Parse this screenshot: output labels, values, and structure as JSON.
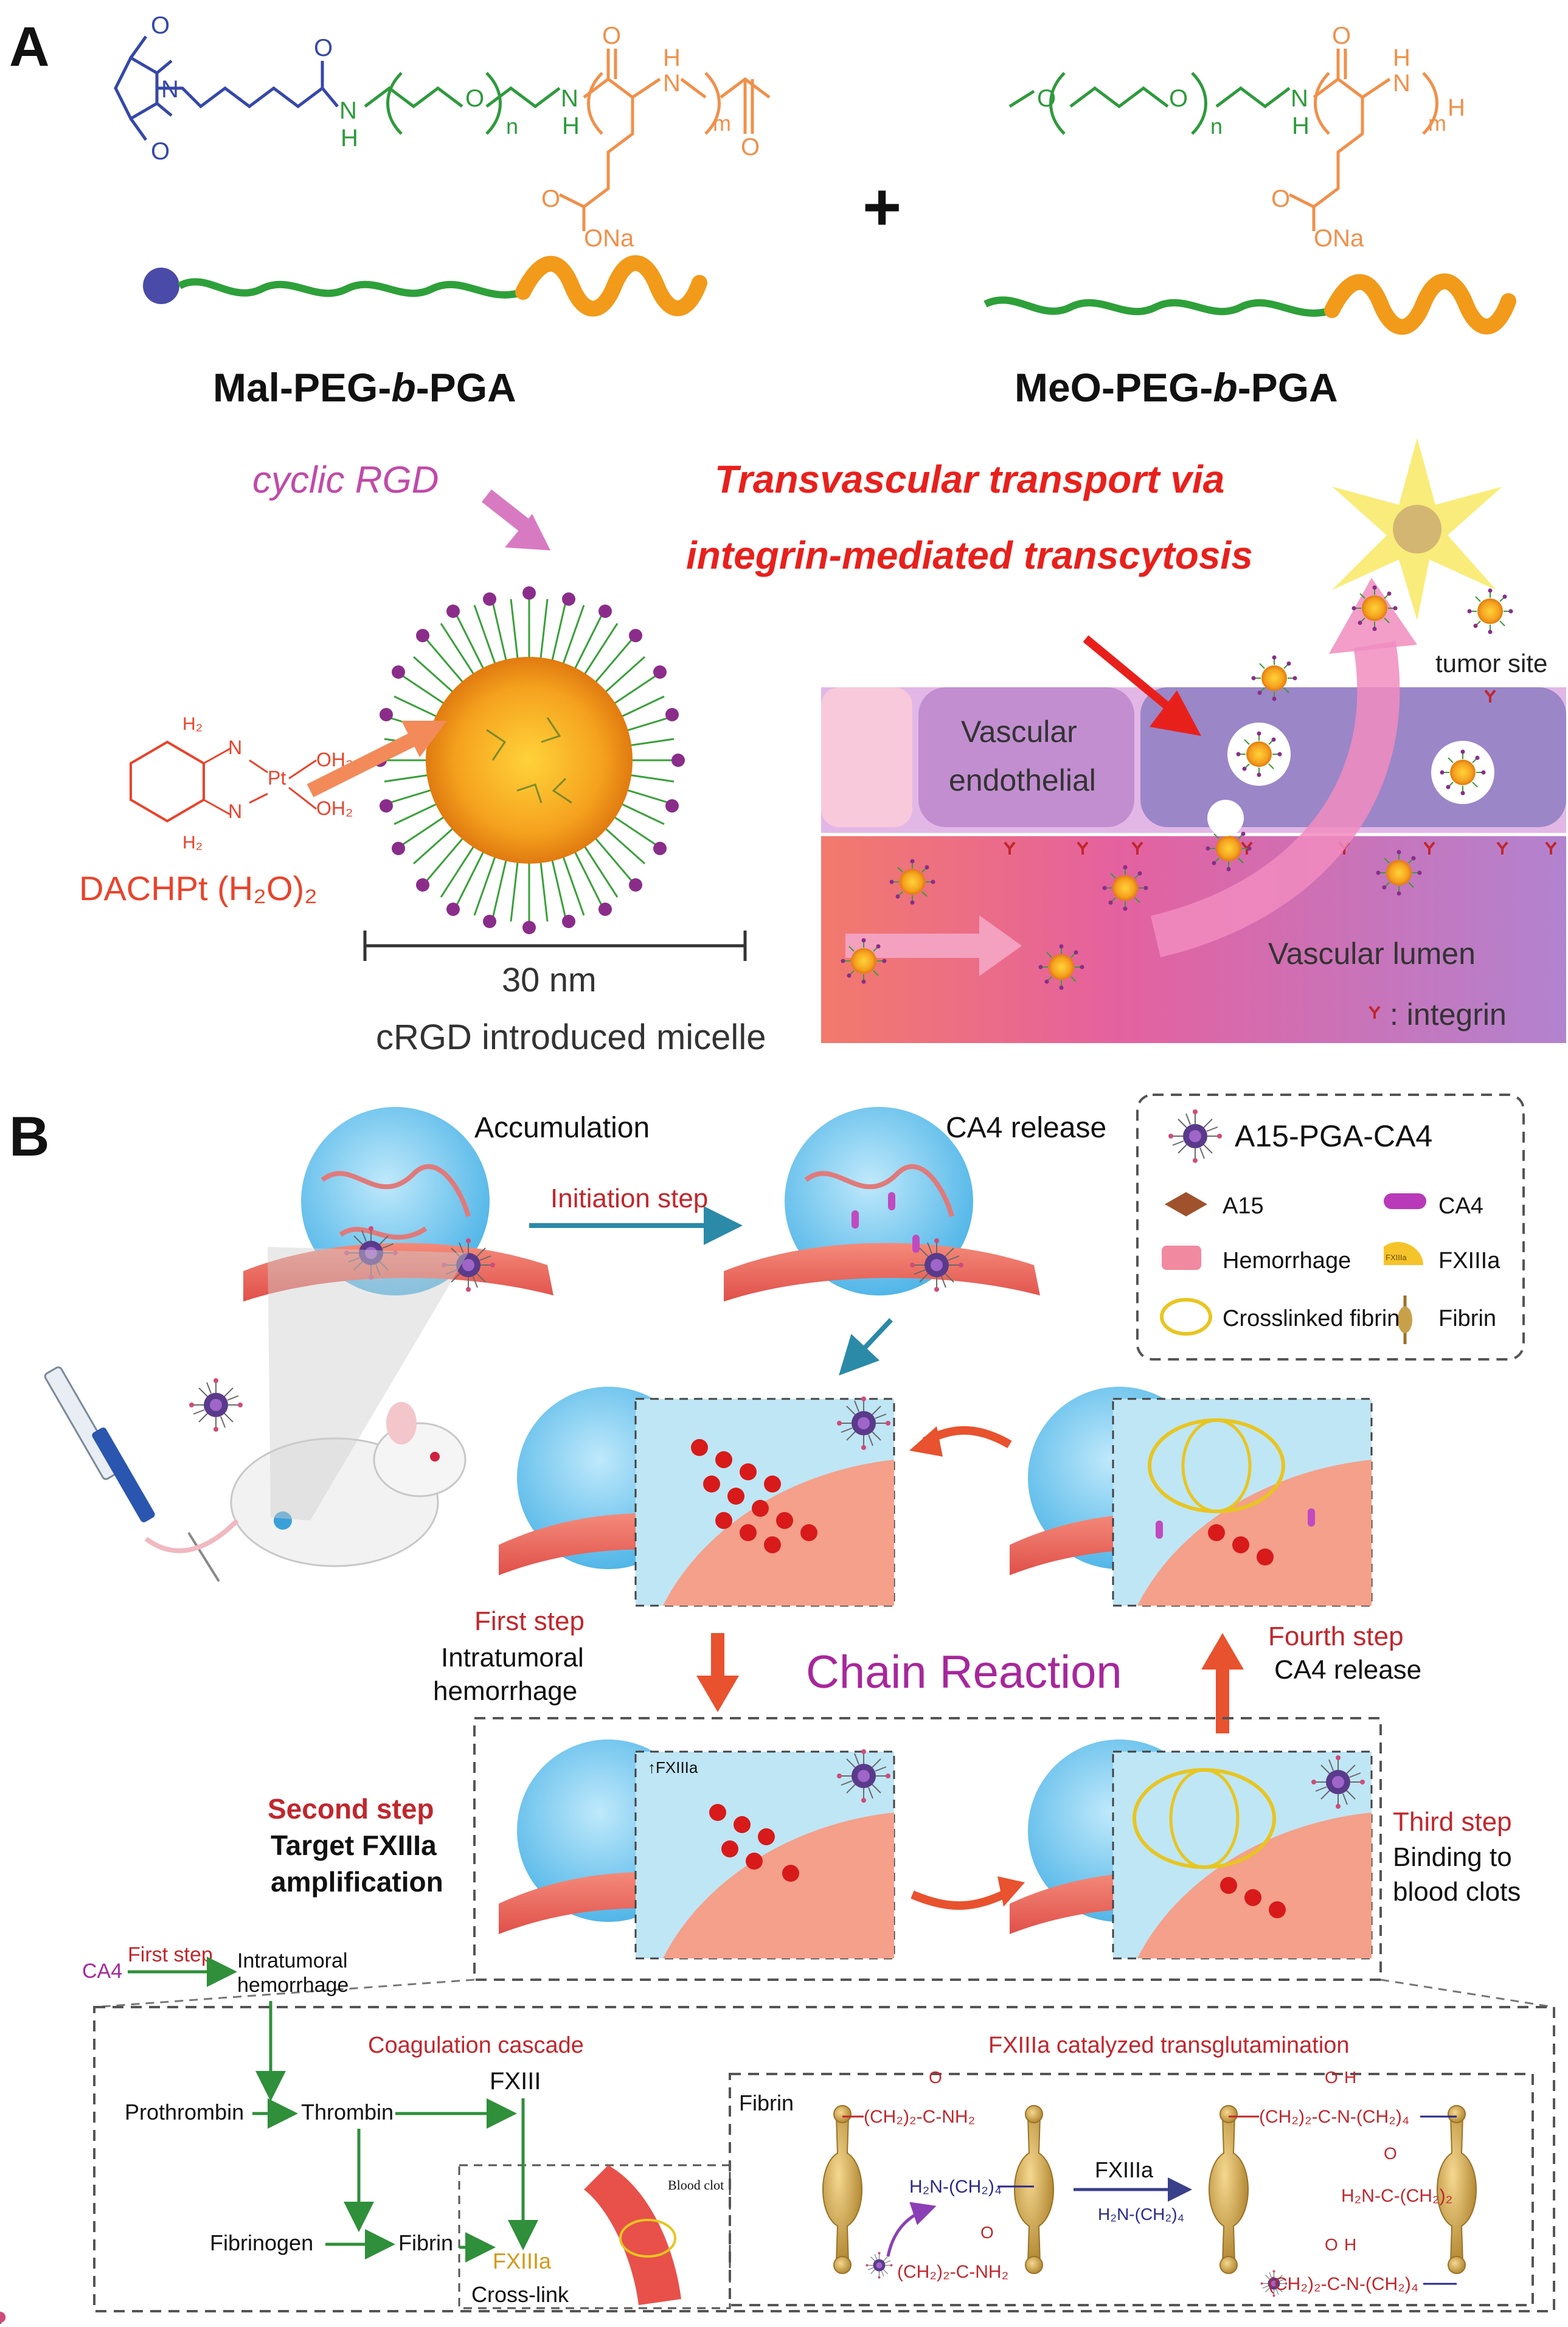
{
  "panel_a": {
    "label": "A",
    "plus": "+",
    "polymer1": {
      "name_prefix": "Mal-PEG-",
      "name_italic": "b",
      "name_suffix": "-PGA",
      "atoms": {
        "o1": "O",
        "o2": "O",
        "n": "N",
        "o3": "O",
        "nh_n": "N",
        "nh_h": "H",
        "o_peg": "O",
        "n_sub": "n",
        "nh2_n": "N",
        "nh2_h": "H",
        "o4": "O",
        "nh3_h": "H",
        "nh3_n": "N",
        "m_sub": "m",
        "o5": "O",
        "o6": "O",
        "ona": "ONa"
      }
    },
    "polymer2": {
      "name_prefix": "MeO-PEG-",
      "name_italic": "b",
      "name_suffix": "-PGA",
      "atoms": {
        "o_me": "O",
        "o_peg": "O",
        "n_sub": "n",
        "nh_n": "N",
        "nh_h": "H",
        "o1": "O",
        "nh2_h": "H",
        "nh2_n": "N",
        "m_sub": "m",
        "h_end": "H",
        "o2": "O",
        "ona": "ONa"
      }
    },
    "cyclic_rgd": "cyclic RGD",
    "transport_line1": "Transvascular transport via",
    "transport_line2": "integrin-mediated transcytosis",
    "drug": {
      "h2n_top": "H₂",
      "n1": "N",
      "pt": "Pt",
      "oh2_1": "OH₂",
      "oh2_2": "OH₂",
      "n2": "N",
      "h2n_bot": "H₂",
      "name": "DACHPt (H₂O)₂"
    },
    "scale_label": "30 nm",
    "micelle_caption": "cRGD introduced micelle",
    "vascular_endothelial_line1": "Vascular",
    "vascular_endothelial_line2": "endothelial",
    "tumor_site": "tumor site",
    "vascular_lumen": "Vascular lumen",
    "integrin_legend": ": integrin"
  },
  "panel_b": {
    "label": "B",
    "accumulation": "Accumulation",
    "ca4_release_top": "CA4 release",
    "initiation_step": "Initiation step",
    "legend": {
      "title": "A15-PGA-CA4",
      "a15": "A15",
      "ca4": "CA4",
      "hemorrhage": "Hemorrhage",
      "fxiiia": "FXIIIa",
      "crosslinked_fibrin": "Crosslinked fibrin",
      "fibrin": "Fibrin",
      "fxiiia_badge": "FXIIIa"
    },
    "chain_reaction": "Chain Reaction",
    "first_step": {
      "title": "First step",
      "line1": "Intratumoral",
      "line2": "hemorrhage"
    },
    "second_step": {
      "title": "Second step",
      "line1": "Target FXIIIa",
      "line2": "amplification"
    },
    "third_step": {
      "title": "Third step",
      "line1": "Binding to",
      "line2": "blood clots"
    },
    "fourth_step": {
      "title": "Fourth step",
      "line1": "CA4 release"
    },
    "fxiiia_arrow_label": "↑FXIIIa",
    "cascade": {
      "ca4": "CA4",
      "first_step": "First step",
      "intratumoral1": "Intratumoral",
      "intratumoral2": "hemorrhage",
      "coag_title": "Coagulation cascade",
      "prothrombin": "Prothrombin",
      "thrombin": "Thrombin",
      "fxiii": "FXIII",
      "fibrinogen": "Fibrinogen",
      "fibrin": "Fibrin",
      "fxiiia": "FXIIIa",
      "crosslink": "Cross-link",
      "blood_clot": "Blood clot"
    },
    "transglut": {
      "title": "FXIIIa catalyzed transglutamination",
      "fibrin_label": "Fibrin",
      "o": "O",
      "h": "H",
      "top_left_chain": "(CH₂)₂-C-NH₂",
      "mid_left_chain": "H₂N-(CH₂)₄",
      "bot_left_chain": "(CH₂)₂-C-NH₂",
      "arrow_label": "FXIIIa",
      "arrow_sub": "H₂N-(CH₂)₄",
      "top_right_chain": "(CH₂)₂-C-N-(CH₂)₄",
      "mid_right_chain": "H₂N-C-(CH₂)₂",
      "bot_right_chain": "(CH₂)₂-C-N-(CH₂)₄"
    }
  },
  "colors": {
    "mal_blue": "#3548a8",
    "peg_green": "#2e9a3c",
    "pga_orange": "#f0904a",
    "accent_red": "#e8201c",
    "arrow_pink": "#e064a8",
    "chain_purple": "#a7279b",
    "step_red": "#c0272d",
    "cascade_green": "#2f8f3a"
  }
}
